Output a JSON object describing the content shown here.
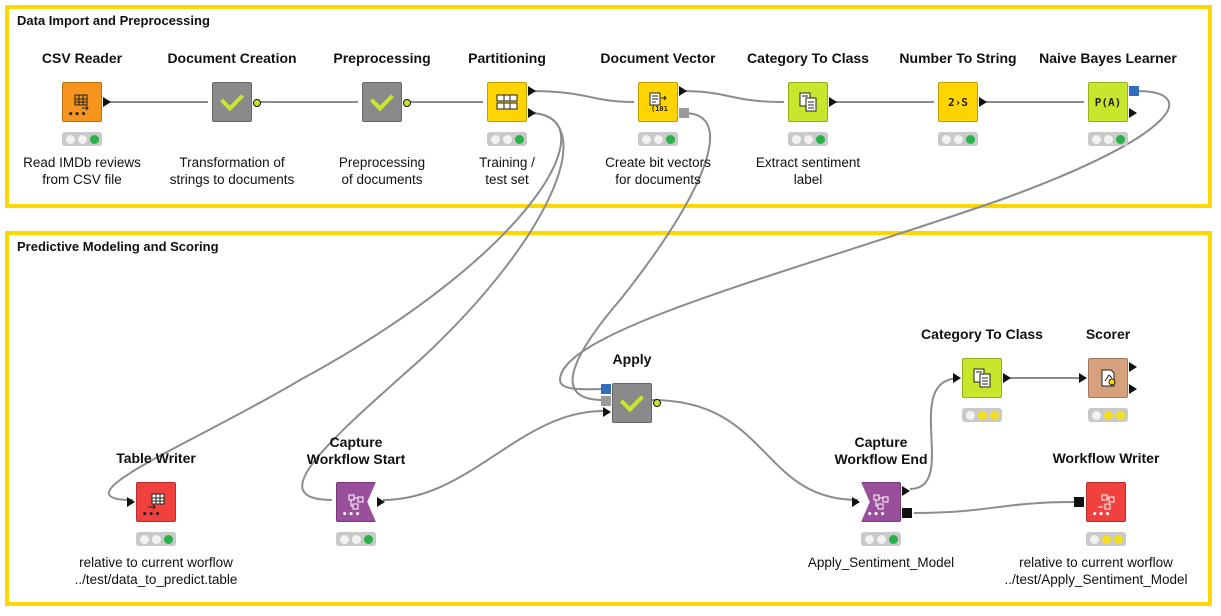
{
  "annotations": [
    {
      "title": "Data Import and Preprocessing"
    },
    {
      "title": "Predictive Modeling and Scoring"
    }
  ],
  "nodes": {
    "csv_reader": {
      "title": "CSV Reader",
      "desc": [
        "Read IMDb reviews",
        "from CSV file"
      ],
      "status": [
        "off",
        "off",
        "green"
      ],
      "icon": "table-read-icon",
      "color": "#f7941d"
    },
    "document_creation": {
      "title": "Document Creation",
      "desc": [
        "Transformation of",
        "strings to documents"
      ],
      "icon": "checkmark-icon"
    },
    "preprocessing": {
      "title": "Preprocessing",
      "desc": [
        "Preprocessing",
        "of documents"
      ],
      "icon": "checkmark-icon"
    },
    "partitioning": {
      "title": "Partitioning",
      "desc": [
        "Training /",
        "test set"
      ],
      "status": [
        "off",
        "off",
        "green"
      ],
      "icon": "partition-icon",
      "color": "#ffd400"
    },
    "document_vector": {
      "title": "Document Vector",
      "desc": [
        "Create bit vectors",
        "for documents"
      ],
      "status": [
        "off",
        "off",
        "green"
      ],
      "icon": "bitvector-icon",
      "color": "#ffd400"
    },
    "category_to_class_1": {
      "title": "Category To Class",
      "desc": [
        "Extract sentiment",
        "label"
      ],
      "status": [
        "off",
        "off",
        "green"
      ],
      "icon": "category-icon",
      "color": "#c8e62c"
    },
    "number_to_string": {
      "title": "Number To String",
      "icon_text": "2›S",
      "status": [
        "off",
        "off",
        "green"
      ],
      "icon": "number-to-string-icon",
      "color": "#ffd400"
    },
    "naive_bayes": {
      "title": "Naive Bayes Learner",
      "icon_text": "P(A)",
      "status": [
        "off",
        "off",
        "green"
      ],
      "icon": "bayes-icon",
      "color": "#c8e62c"
    },
    "apply": {
      "title": "Apply",
      "icon": "checkmark-icon"
    },
    "category_to_class_2": {
      "title": "Category To Class",
      "status": [
        "off",
        "yellow",
        "yellow"
      ],
      "icon": "category-icon",
      "color": "#c8e62c"
    },
    "scorer": {
      "title": "Scorer",
      "status": [
        "off",
        "yellow",
        "yellow"
      ],
      "icon": "scorer-icon",
      "color": "#d7a07d"
    },
    "table_writer": {
      "title": "Table Writer",
      "desc": [
        "relative to current worflow",
        "../test/data_to_predict.table"
      ],
      "status": [
        "off",
        "off",
        "green"
      ],
      "icon": "table-write-icon",
      "color": "#f0413e"
    },
    "capture_start": {
      "title": [
        "Capture",
        "Workflow Start"
      ],
      "status": [
        "off",
        "off",
        "green"
      ],
      "icon": "capture-start-icon",
      "color": "#9a4f9c"
    },
    "capture_end": {
      "title": [
        "Capture",
        "Workflow End"
      ],
      "desc": [
        "Apply_Sentiment_Model"
      ],
      "status": [
        "off",
        "off",
        "green"
      ],
      "icon": "capture-end-icon",
      "color": "#9a4f9c"
    },
    "workflow_writer": {
      "title": "Workflow Writer",
      "desc": [
        "relative to current worflow",
        "../test/Apply_Sentiment_Model"
      ],
      "status": [
        "off",
        "yellow",
        "yellow"
      ],
      "icon": "workflow-writer-icon",
      "color": "#f0413e"
    }
  }
}
